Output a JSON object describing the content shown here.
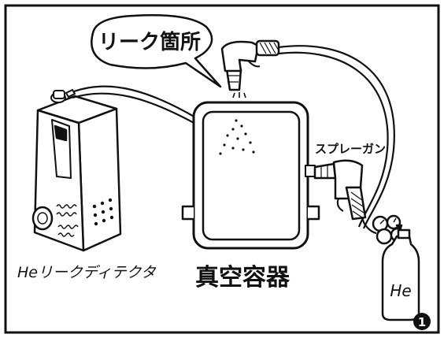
{
  "labels": {
    "leak_point": "リーク箇所",
    "spray_gun": "スプレーガン",
    "detector": "Heリークディテクタ",
    "vacuum_vessel": "真空容器",
    "gas_cylinder": "He",
    "figure_number": "1"
  },
  "colors": {
    "ink": "#111111",
    "background": "#ffffff"
  }
}
